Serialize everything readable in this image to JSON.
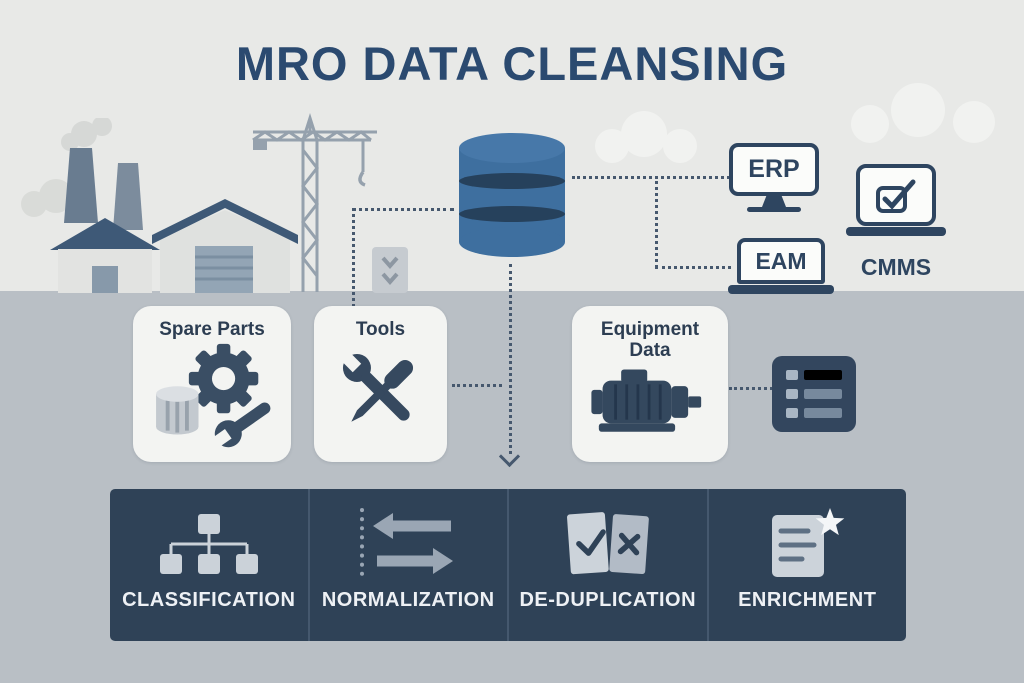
{
  "title": "MRO DATA CLEANSING",
  "sources": {
    "erp": "ERP",
    "eam": "EAM",
    "cmms": "CMMS"
  },
  "categories": [
    {
      "label": "Spare Parts",
      "icon": "gear-filter-wrench"
    },
    {
      "label": "Tools",
      "icon": "wrench-screwdriver-crossed"
    },
    {
      "label": "Equipment Data",
      "icon": "electric-motor"
    }
  ],
  "pipeline": [
    {
      "label": "CLASSIFICATION",
      "icon": "hierarchy-tree"
    },
    {
      "label": "NORMALIZATION",
      "icon": "bidirectional-arrows"
    },
    {
      "label": "DE-DUPLICATION",
      "icon": "documents-check-x"
    },
    {
      "label": "ENRICHMENT",
      "icon": "document-with-star"
    }
  ],
  "colors": {
    "title_navy": "#2b4a70",
    "dark_navy": "#2e4560",
    "database_blue": "#3e6f9f",
    "database_band": "#26415c",
    "pipeline_bar": "#2f4257",
    "top_background": "#e8e9e7",
    "bottom_background": "#b9bfc5",
    "card_background": "#f3f4f2",
    "icon_light_gray": "#cbd2d9"
  }
}
